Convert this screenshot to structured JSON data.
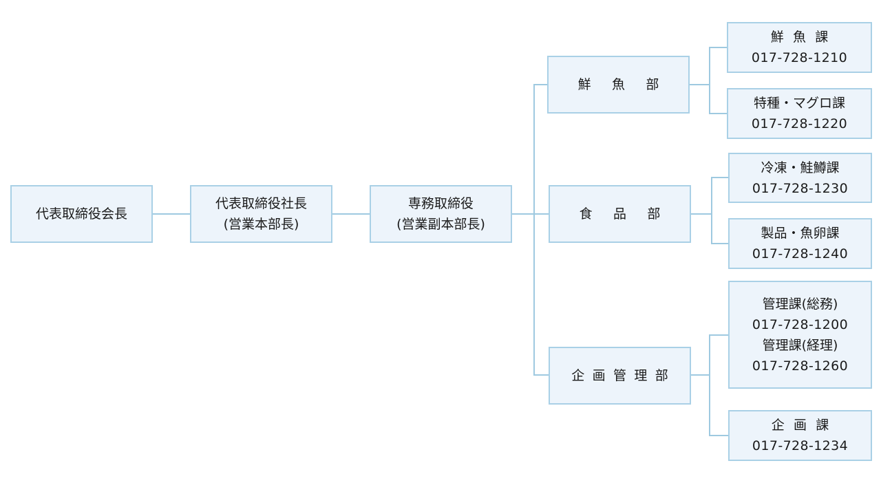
{
  "executives": {
    "chairman": "代表取締役会長",
    "president_title": "代表取締役社長",
    "president_role": "(営業本部長)",
    "director_title": "専務取締役",
    "director_role": "(営業副本部長)"
  },
  "departments": {
    "fresh_fish": "鮮魚部",
    "food": "食品部",
    "planning": "企画管理部"
  },
  "sections": {
    "fresh_fish": {
      "name": "鮮魚課",
      "phone": "017-728-1210"
    },
    "tuna": {
      "name": "特種・マグロ課",
      "phone": "017-728-1220"
    },
    "frozen": {
      "name": "冷凍・鮭鱒課",
      "phone": "017-728-1230"
    },
    "product": {
      "name": "製品・魚卵課",
      "phone": "017-728-1240"
    },
    "admin": {
      "name_general": "管理課(総務)",
      "phone_general": "017-728-1200",
      "name_accounting": "管理課(経理)",
      "phone_accounting": "017-728-1260"
    },
    "planning": {
      "name": "企画課",
      "phone": "017-728-1234"
    }
  },
  "colors": {
    "box_fill": "#edf4fb",
    "box_border": "#a9d0e6",
    "connector": "#9ec9e0"
  }
}
